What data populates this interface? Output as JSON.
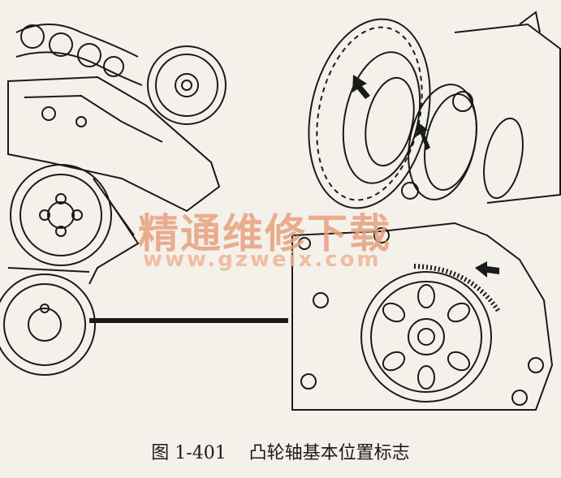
{
  "figure": {
    "caption": "图 1-401    凸轮轴基本位置标志",
    "watermark_text": "精通维修下载",
    "watermark_url": "www.gzweix.com"
  },
  "colors": {
    "background": "#f4f1ea",
    "ink": "#1a1a1a",
    "watermark": "#e8a07e"
  },
  "icons": [
    "arrow-icon"
  ]
}
